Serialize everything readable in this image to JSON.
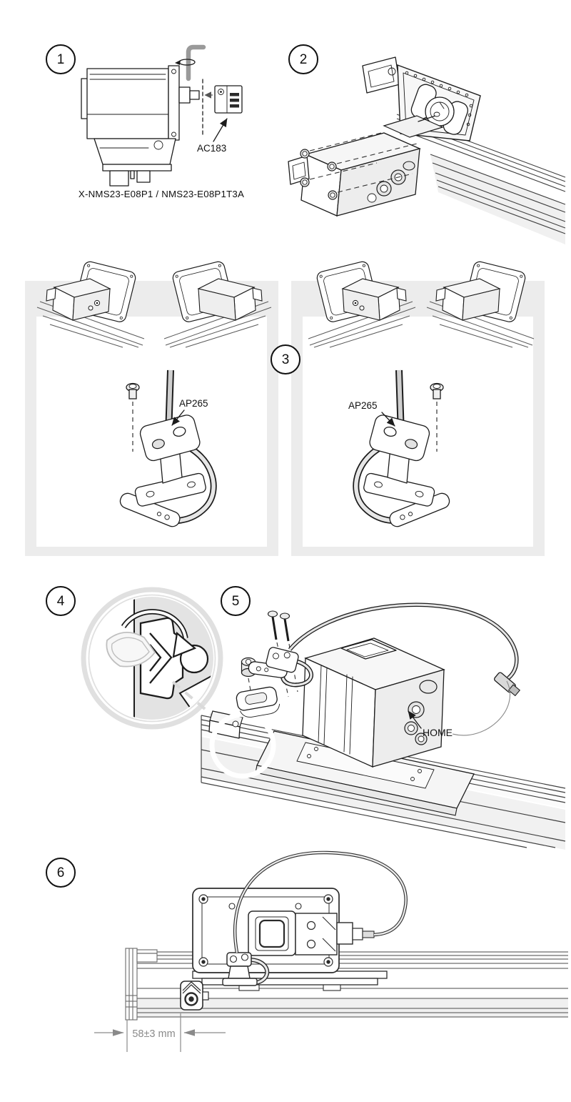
{
  "colors": {
    "background": "#ffffff",
    "line": "#1c1c1c",
    "rail_line_light": "#6e6e6e",
    "panel_band": "#ececec",
    "detail_ring": "#e0e0e0",
    "ghost_outline": "#bfbfbf",
    "tool_gray": "#9a9a9a",
    "dimension_gray": "#8a8a8a",
    "fill_light": "#f4f4f4",
    "fill_mid": "#e3e3e3"
  },
  "icons": {
    "rotation_arrow": "curved-cw-arrow",
    "insert_arrow": "dashed-left-arrow",
    "leader_arrow": "straight-pointer-arrow",
    "hex_key": "allen-key",
    "detail_bubble": "magnified-detail-circle"
  },
  "steps": {
    "step1": {
      "number": "1",
      "part_label": "AC183",
      "caption": "X-NMS23-E08P1 / NMS23-E08P1T3A"
    },
    "step2": {
      "number": "2"
    },
    "step3": {
      "number": "3",
      "left_panel_label": "AP265",
      "right_panel_label": "AP265"
    },
    "step4": {
      "number": "4"
    },
    "step5": {
      "number": "5",
      "port_label": "HOME"
    },
    "step6": {
      "number": "6",
      "dimension": "58±3 mm"
    }
  }
}
